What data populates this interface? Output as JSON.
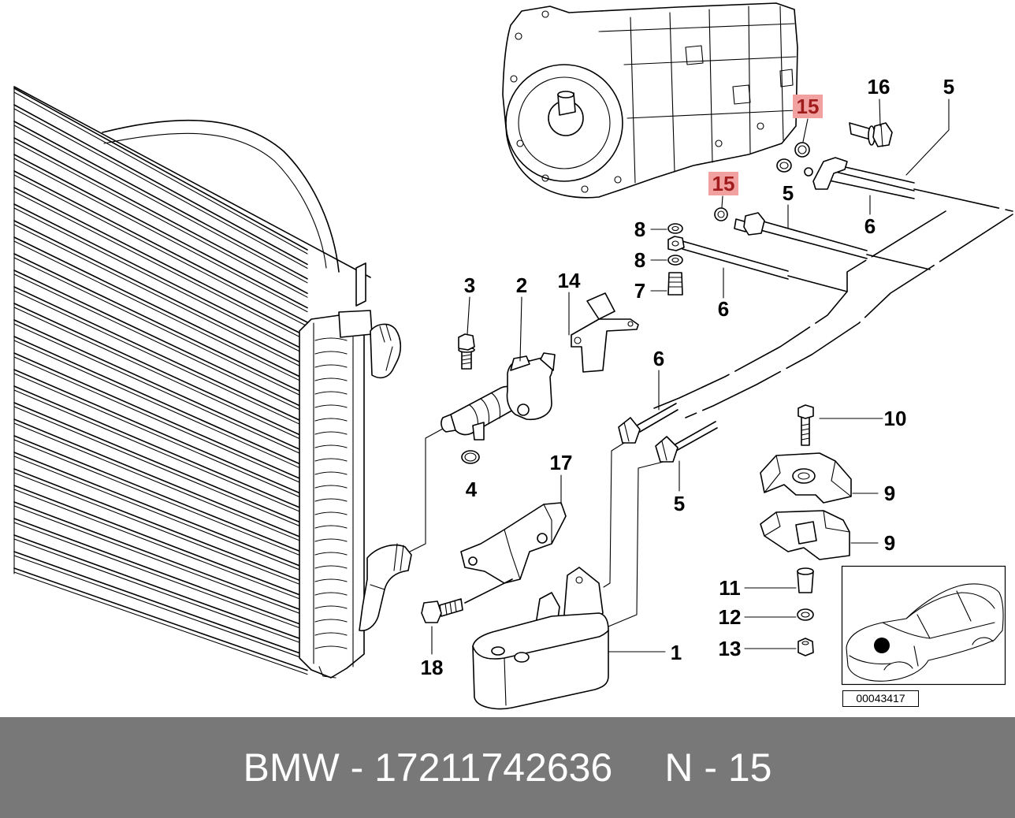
{
  "diagram": {
    "callouts": [
      "16",
      "5",
      "15",
      "15",
      "5",
      "6",
      "8",
      "8",
      "7",
      "6",
      "3",
      "2",
      "14",
      "6",
      "10",
      "4",
      "17",
      "5",
      "9",
      "9",
      "11",
      "12",
      "13",
      "1",
      "18"
    ],
    "drawing_number": "00043417"
  },
  "footer": {
    "part_number": "BMW - 17211742636",
    "position": "N - 15"
  },
  "colors": {
    "highlight_bg": "#f2a1a1",
    "highlight_text": "#a11d1d",
    "footer_bg": "#787878",
    "footer_text": "#ffffff",
    "line": "#000000"
  }
}
